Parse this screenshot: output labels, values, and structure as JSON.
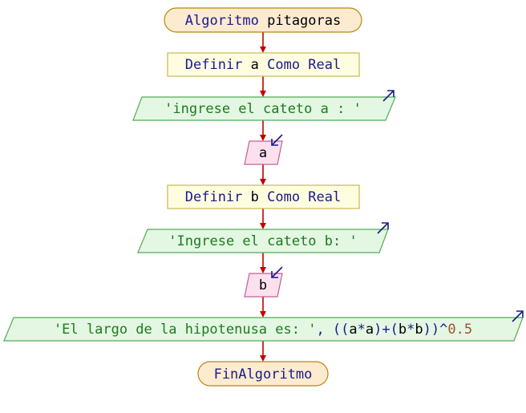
{
  "flowchart": {
    "start": {
      "tokens": [
        {
          "text": "Algoritmo",
          "kind": "kw"
        },
        {
          "text": " pitagoras",
          "kind": "var"
        }
      ]
    },
    "define_a": {
      "tokens": [
        {
          "text": "Definir",
          "kind": "kw"
        },
        {
          "text": " a ",
          "kind": "var"
        },
        {
          "text": "Como Real",
          "kind": "kw"
        }
      ]
    },
    "output_a": {
      "tokens": [
        {
          "text": "'ingrese el cateto a : '",
          "kind": "str"
        }
      ]
    },
    "input_a": {
      "tokens": [
        {
          "text": "a",
          "kind": "var"
        }
      ]
    },
    "define_b": {
      "tokens": [
        {
          "text": "Definir",
          "kind": "kw"
        },
        {
          "text": " b ",
          "kind": "var"
        },
        {
          "text": "Como Real",
          "kind": "kw"
        }
      ]
    },
    "output_b": {
      "tokens": [
        {
          "text": "'Ingrese el cateto b: '",
          "kind": "str"
        }
      ]
    },
    "input_b": {
      "tokens": [
        {
          "text": "b",
          "kind": "var"
        }
      ]
    },
    "output_result": {
      "tokens": [
        {
          "text": "'El largo de la hipotenusa es: '",
          "kind": "str"
        },
        {
          "text": ", ((",
          "kind": "op"
        },
        {
          "text": "a",
          "kind": "var"
        },
        {
          "text": "*",
          "kind": "op"
        },
        {
          "text": "a",
          "kind": "var"
        },
        {
          "text": ")+(",
          "kind": "op"
        },
        {
          "text": "b",
          "kind": "var"
        },
        {
          "text": "*",
          "kind": "op"
        },
        {
          "text": "b",
          "kind": "var"
        },
        {
          "text": "))^",
          "kind": "op"
        },
        {
          "text": "0.5",
          "kind": "num"
        }
      ]
    },
    "end": {
      "tokens": [
        {
          "text": "FinAlgoritmo",
          "kind": "kw"
        }
      ]
    }
  },
  "colors": {
    "arrow": "#c00000",
    "io_arrow": "#1a1a8c",
    "terminal_fill": "#fdebd0",
    "terminal_stroke": "#b8860b",
    "process_fill": "#fffde0",
    "process_stroke": "#c8b850",
    "output_fill": "#e3f7e3",
    "output_stroke": "#55aa55",
    "input_fill": "#fde0ee",
    "input_stroke": "#c06090"
  }
}
